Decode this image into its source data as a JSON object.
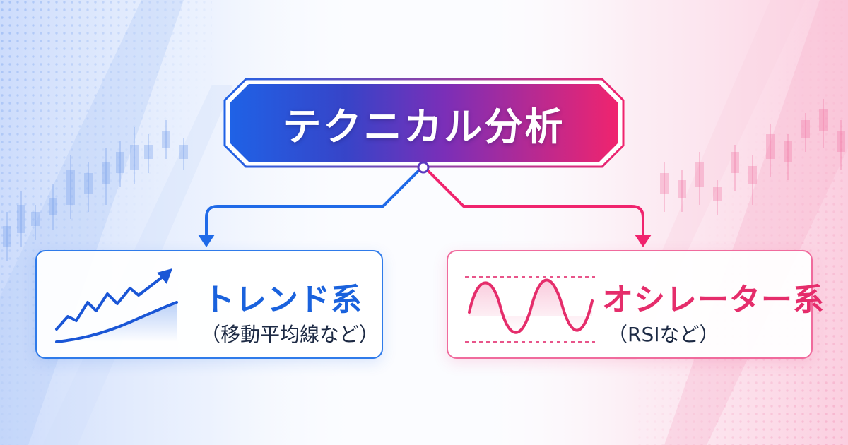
{
  "title": "テクニカル分析",
  "categories": [
    {
      "title": "トレンド系",
      "subtitle": "（移動平均線など）",
      "icon": "trend-chart-icon",
      "color": "#1a62dd"
    },
    {
      "title": "オシレーター系",
      "subtitle": "（RSIなど）",
      "icon": "oscillator-wave-icon",
      "color": "#e52d6b"
    }
  ],
  "colors": {
    "blue": "#1f62e6",
    "pink": "#f0246e",
    "purple": "#7a2fb8"
  }
}
